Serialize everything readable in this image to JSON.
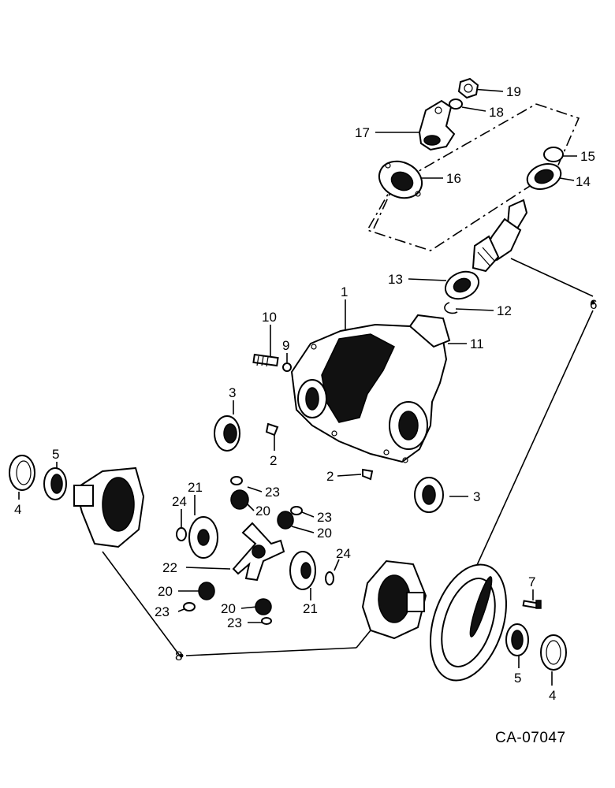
{
  "diagram": {
    "drawing_code": "CA-07047",
    "callouts": [
      {
        "id": "c19",
        "text": "19"
      },
      {
        "id": "c18",
        "text": "18"
      },
      {
        "id": "c17",
        "text": "17"
      },
      {
        "id": "c16",
        "text": "16"
      },
      {
        "id": "c15",
        "text": "15"
      },
      {
        "id": "c14",
        "text": "14"
      },
      {
        "id": "c13",
        "text": "13"
      },
      {
        "id": "c12",
        "text": "12"
      },
      {
        "id": "c11",
        "text": "11"
      },
      {
        "id": "c10",
        "text": "10"
      },
      {
        "id": "c9",
        "text": "9"
      },
      {
        "id": "c1",
        "text": "1"
      },
      {
        "id": "c6",
        "text": "6"
      },
      {
        "id": "c3a",
        "text": "3"
      },
      {
        "id": "c3b",
        "text": "3"
      },
      {
        "id": "c2a",
        "text": "2"
      },
      {
        "id": "c2b",
        "text": "2"
      },
      {
        "id": "c5a",
        "text": "5"
      },
      {
        "id": "c5b",
        "text": "5"
      },
      {
        "id": "c4a",
        "text": "4"
      },
      {
        "id": "c4b",
        "text": "4"
      },
      {
        "id": "c21a",
        "text": "21"
      },
      {
        "id": "c21b",
        "text": "21"
      },
      {
        "id": "c24a",
        "text": "24"
      },
      {
        "id": "c24b",
        "text": "24"
      },
      {
        "id": "c23a",
        "text": "23"
      },
      {
        "id": "c23b",
        "text": "23"
      },
      {
        "id": "c23c",
        "text": "23"
      },
      {
        "id": "c23d",
        "text": "23"
      },
      {
        "id": "c20a",
        "text": "20"
      },
      {
        "id": "c20b",
        "text": "20"
      },
      {
        "id": "c20c",
        "text": "20"
      },
      {
        "id": "c20d",
        "text": "20"
      },
      {
        "id": "c22",
        "text": "22"
      },
      {
        "id": "c7",
        "text": "7"
      },
      {
        "id": "c8",
        "text": "8"
      }
    ]
  }
}
